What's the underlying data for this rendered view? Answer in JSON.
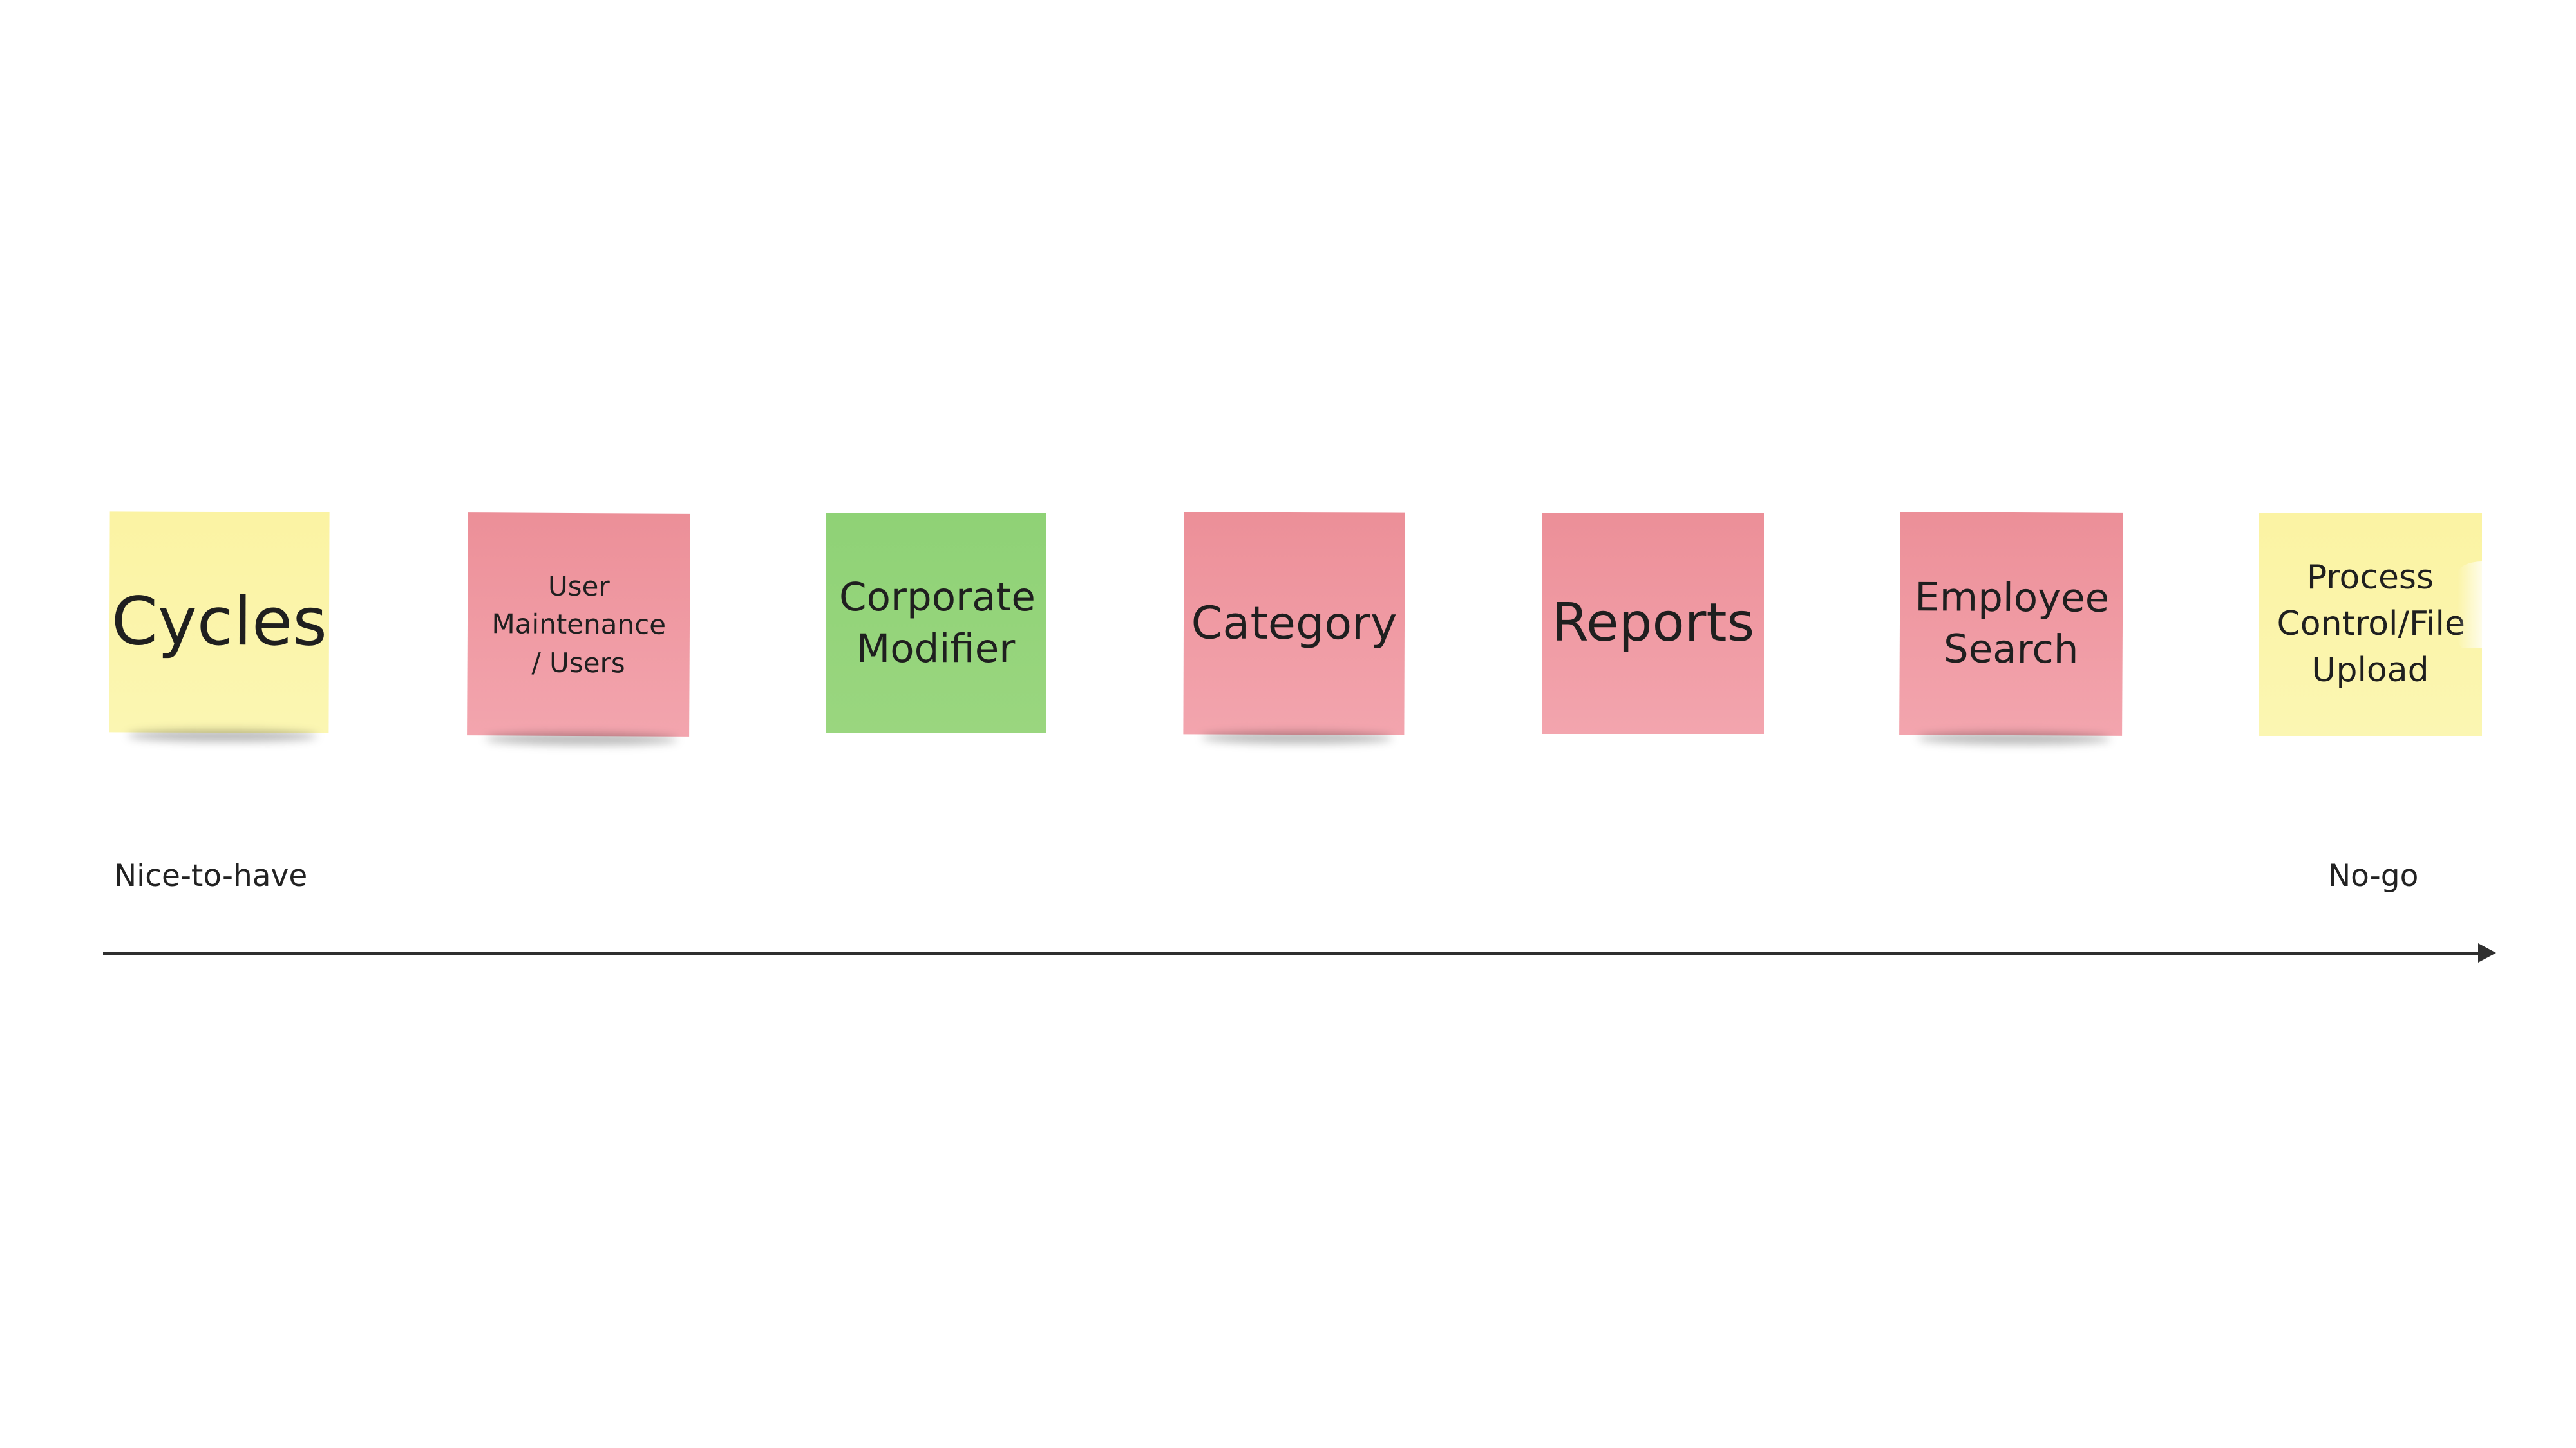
{
  "priority_scale": {
    "start_label": "Nice-to-have",
    "end_label": "No-go"
  },
  "notes": [
    {
      "label": "Cycles",
      "color": "yellow"
    },
    {
      "label": "User Maintenance / Users",
      "color": "pink"
    },
    {
      "label": "Corporate Modifier",
      "color": "green"
    },
    {
      "label": "Category",
      "color": "pink"
    },
    {
      "label": "Reports",
      "color": "pink"
    },
    {
      "label": "Employee Search",
      "color": "pink"
    },
    {
      "label": "Process Control/File Upload",
      "color": "yellow"
    }
  ],
  "colors": {
    "yellow": "#fbf4aa",
    "pink": "#ef99a2",
    "green": "#94d47b",
    "axis": "#2f2f2f"
  }
}
